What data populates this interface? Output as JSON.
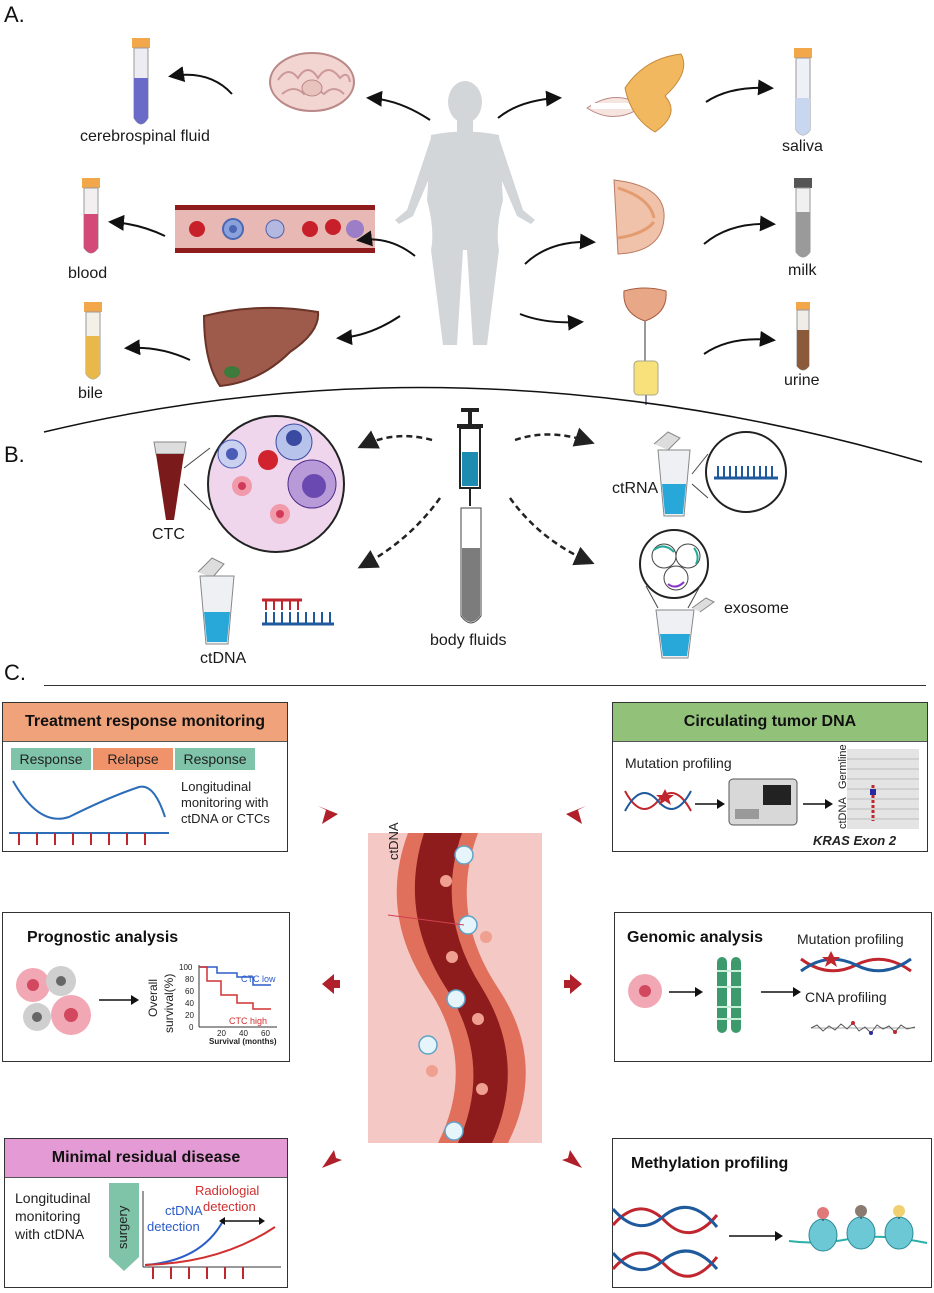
{
  "section_a": {
    "letter": "A.",
    "fluids": {
      "csf": "cerebrospinal fluid",
      "blood": "blood",
      "bile": "bile",
      "saliva": "saliva",
      "milk": "milk",
      "urine": "urine"
    }
  },
  "section_b": {
    "letter": "B.",
    "ctc": "CTC",
    "ctrna": "ctRNA",
    "ctdna": "ctDNA",
    "exosome": "exosome",
    "body_fluids": "body fluids"
  },
  "section_c": {
    "letter": "C.",
    "center_label": "ctDNA",
    "treatment": {
      "title": "Treatment response monitoring",
      "phases": [
        "Response",
        "Relapse",
        "Response"
      ],
      "text": [
        "Longitudinal",
        "monitoring with",
        "ctDNA or CTCs"
      ]
    },
    "circulating": {
      "title": "Circulating tumor DNA",
      "mutation": "Mutation profiling",
      "ctdna": "ctDNA",
      "germline": "Germline",
      "kras": "KRAS Exon 2"
    },
    "prognostic": {
      "title": "Prognostic analysis",
      "ylabel_1": "Overall",
      "ylabel_2": "survival(%)",
      "xlabel": "Survival (months)",
      "ctc_low": "CTC low",
      "ctc_high": "CTC high",
      "yticks": [
        "100",
        "80",
        "60",
        "40",
        "20",
        "0"
      ],
      "xticks": [
        "20",
        "40",
        "60"
      ]
    },
    "genomic": {
      "title": "Genomic analysis",
      "mutation": "Mutation profiling",
      "cna": "CNA profiling"
    },
    "mrd": {
      "title": "Minimal residual disease",
      "text": [
        "Longitudinal",
        "monitoring",
        "with ctDNA"
      ],
      "surgery": "surgery",
      "ctdna_det": [
        "ctDNA",
        "detection"
      ],
      "radio_det": [
        "Radiologial",
        "detection"
      ]
    },
    "methylation": {
      "title": "Methylation profiling"
    }
  },
  "colors": {
    "arrow_red": "#b0202a",
    "treatment_head": "#f0a27a",
    "circulating_head": "#92c27a",
    "mrd_head": "#e49ad4",
    "chevron_green": "#7fc4a8",
    "chevron_orange": "#f0926a",
    "blood_vessel": "#8e1c1c",
    "dna_red": "#c0262e",
    "dna_blue": "#1f5a9c"
  }
}
